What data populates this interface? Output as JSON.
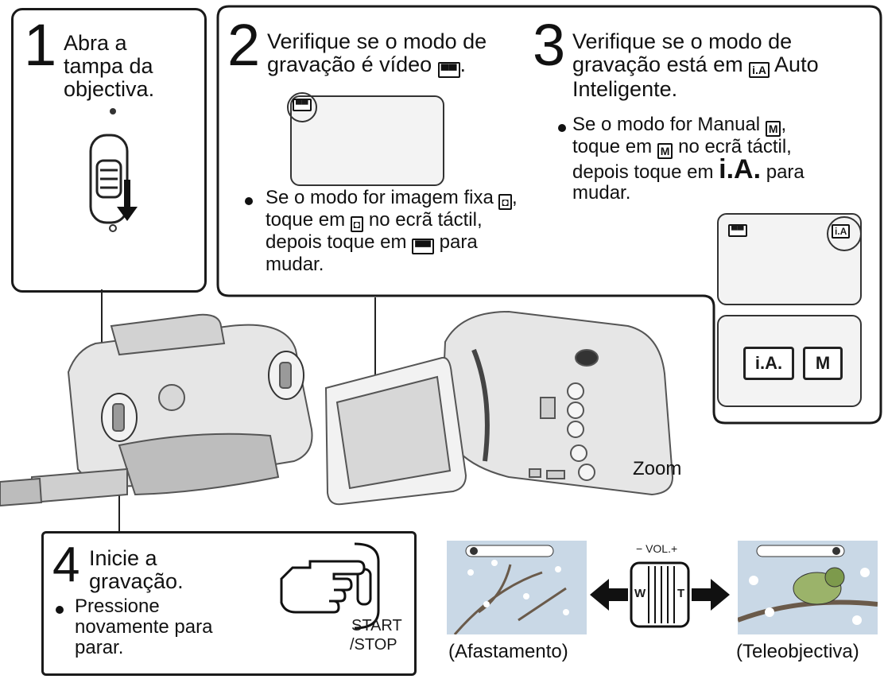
{
  "step1": {
    "num": "1",
    "text": "Abra a tampa da objectiva."
  },
  "step2": {
    "num": "2",
    "text": "Verifique se o modo de gravação é vídeo",
    "note_part1": "Se o modo for imagem fixa",
    "note_part2": ", toque em",
    "note_part3": "no ecrã táctil, depois toque em",
    "note_part4": "para mudar."
  },
  "step3": {
    "num": "3",
    "text_part1": "Verifique se o modo de gravação está em",
    "text_part2": "Auto Inteligente.",
    "note_part1": "Se o modo for Manual",
    "note_part2": "toque em",
    "note_part3": "no ecrã táctil, depois toque em",
    "note_part4": "para mudar.",
    "ia_big": "i.A.",
    "btn_ia": "i.A.",
    "btn_m": "M"
  },
  "step4": {
    "num": "4",
    "text": "Inicie a gravação.",
    "note": "Pressione novamente para parar.",
    "button_label_1": "START",
    "button_label_2": "/STOP"
  },
  "icons": {
    "ia": "i.A",
    "m": "M",
    "video": "▀▀",
    "camera": "◘"
  },
  "zoom": {
    "label": "Zoom",
    "vol": "− VOL.+",
    "w": "W",
    "t": "T",
    "left_caption": "(Afastamento)",
    "right_caption": "(Teleobjectiva)"
  }
}
